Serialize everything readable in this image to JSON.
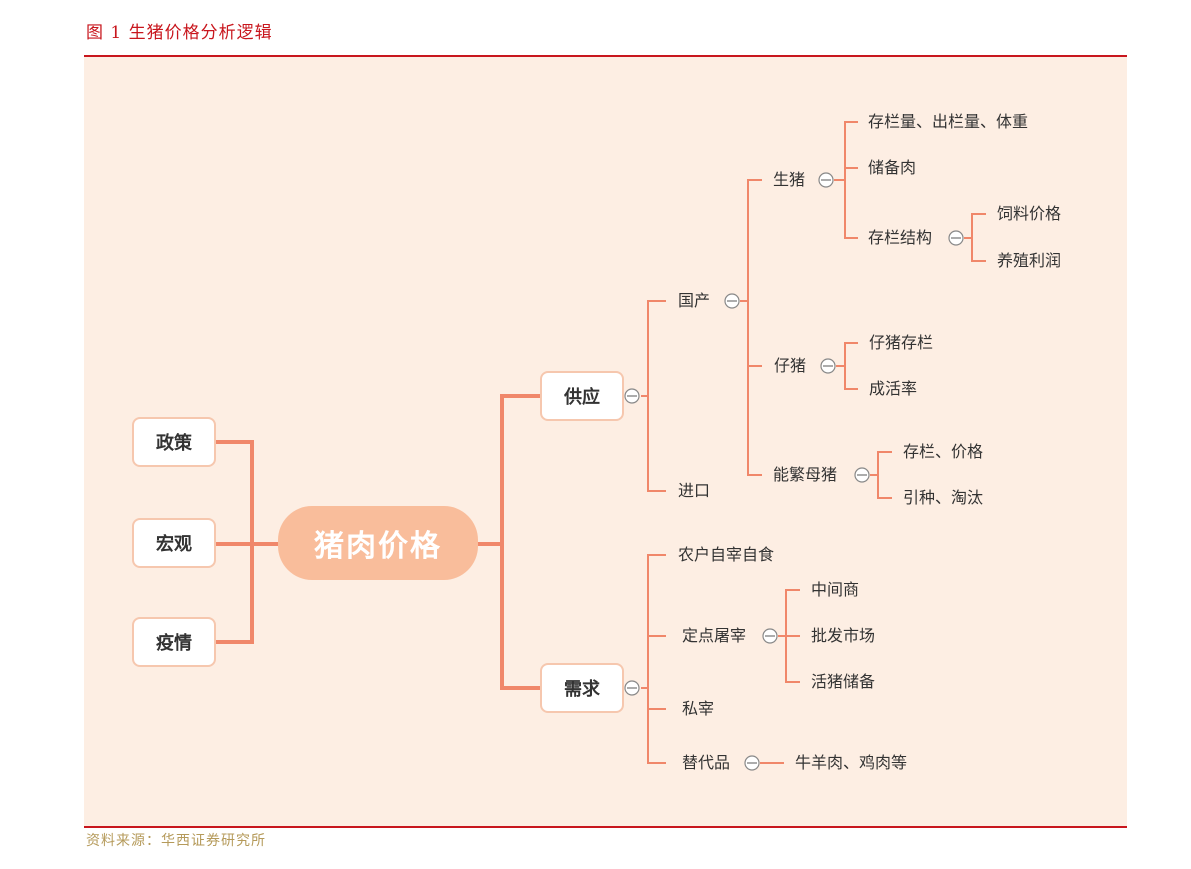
{
  "figure": {
    "title": "图 1 生猪价格分析逻辑",
    "source": "资料来源：华西证券研究所"
  },
  "colors": {
    "accent": "#c8161d",
    "line": "#f0876a",
    "panel": "#fdeee3",
    "central": "#f9bd9b"
  },
  "mindmap": {
    "center": "猪肉价格",
    "factors": [
      "政策",
      "宏观",
      "疫情"
    ],
    "supply": {
      "label": "供应",
      "domestic": {
        "label": "国产",
        "live_pig": {
          "label": "生猪",
          "stock": "存栏量、出栏量、体重",
          "reserve": "储备肉",
          "structure": {
            "label": "存栏结构",
            "feed": "饲料价格",
            "profit": "养殖利润"
          }
        },
        "piglet": {
          "label": "仔猪",
          "stock": "仔猪存栏",
          "survival": "成活率"
        },
        "sow": {
          "label": "能繁母猪",
          "stock_price": "存栏、价格",
          "cull": "引种、淘汰"
        }
      },
      "import": "进口"
    },
    "demand": {
      "label": "需求",
      "farmer": "农户自宰自食",
      "designated": {
        "label": "定点屠宰",
        "middleman": "中间商",
        "wholesale": "批发市场",
        "reserve": "活猪储备"
      },
      "private": "私宰",
      "substitute": {
        "label": "替代品",
        "items": "牛羊肉、鸡肉等"
      }
    }
  }
}
